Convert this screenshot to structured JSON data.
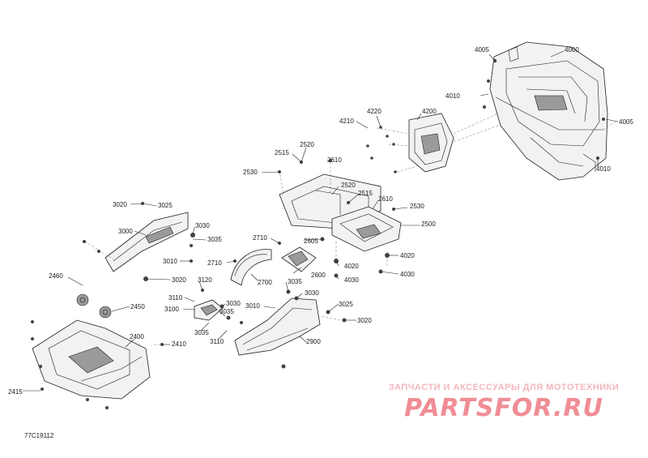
{
  "figure_id": "77C19112",
  "watermark": {
    "tagline": "ЗАПЧАСТИ И АКСЕССУАРЫ ДЛЯ МОТОТЕХНИКИ",
    "logo": "PARTSFOR.RU"
  },
  "labels": {
    "l4005a": "4005",
    "l4000": "4000",
    "l4010a": "4010",
    "l4005b": "4005",
    "l4010b": "4010",
    "l4220": "4220",
    "l4210": "4210",
    "l4200": "4200",
    "l2515a": "2515",
    "l2520a": "2520",
    "l2610a": "2610",
    "l2530a": "2530",
    "l2520b": "2520",
    "l2515b": "2515",
    "l2610b": "2610",
    "l2530b": "2530",
    "l2500": "2500",
    "l2605": "2605",
    "l2710a": "2710",
    "l2710b": "2710",
    "l2600": "2600",
    "l2700": "2700",
    "l4020a": "4020",
    "l4020b": "4020",
    "l4030a": "4030",
    "l4030b": "4030",
    "l3020a": "3020",
    "l3025a": "3025",
    "l3000": "3000",
    "l3030a": "3030",
    "l3035a": "3035",
    "l3010a": "3010",
    "l3020b": "3020",
    "l3120": "3120",
    "l3110a": "3110",
    "l3100": "3100",
    "l3030b": "3030",
    "l3035b": "3035",
    "l3110b": "3110",
    "l3035c": "3035",
    "l3030c": "3030",
    "l3010b": "3010",
    "l3025b": "3025",
    "l3020c": "3020",
    "l2900": "2900",
    "l2460": "2460",
    "l2450": "2450",
    "l2400": "2400",
    "l2410": "2410",
    "l2415": "2415"
  }
}
